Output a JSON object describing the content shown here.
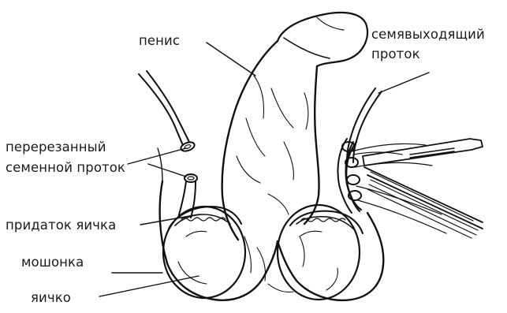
{
  "labels": {
    "penis": "пенис",
    "vas_deferens": "семявыходящий проток",
    "cut_vas_deferens_line1": "перерезанный",
    "cut_vas_deferens_line2": "семенной проток",
    "epididymis": "придаток яичка",
    "scrotum": "мошонка",
    "testicle": "яичко"
  },
  "colors": {
    "ink": "#111111",
    "text": "#1a1a1a",
    "background": "#ffffff",
    "instrument_fill": "#ffffff"
  },
  "icons": {
    "illustration": "vasectomy-anatomy-drawing"
  }
}
